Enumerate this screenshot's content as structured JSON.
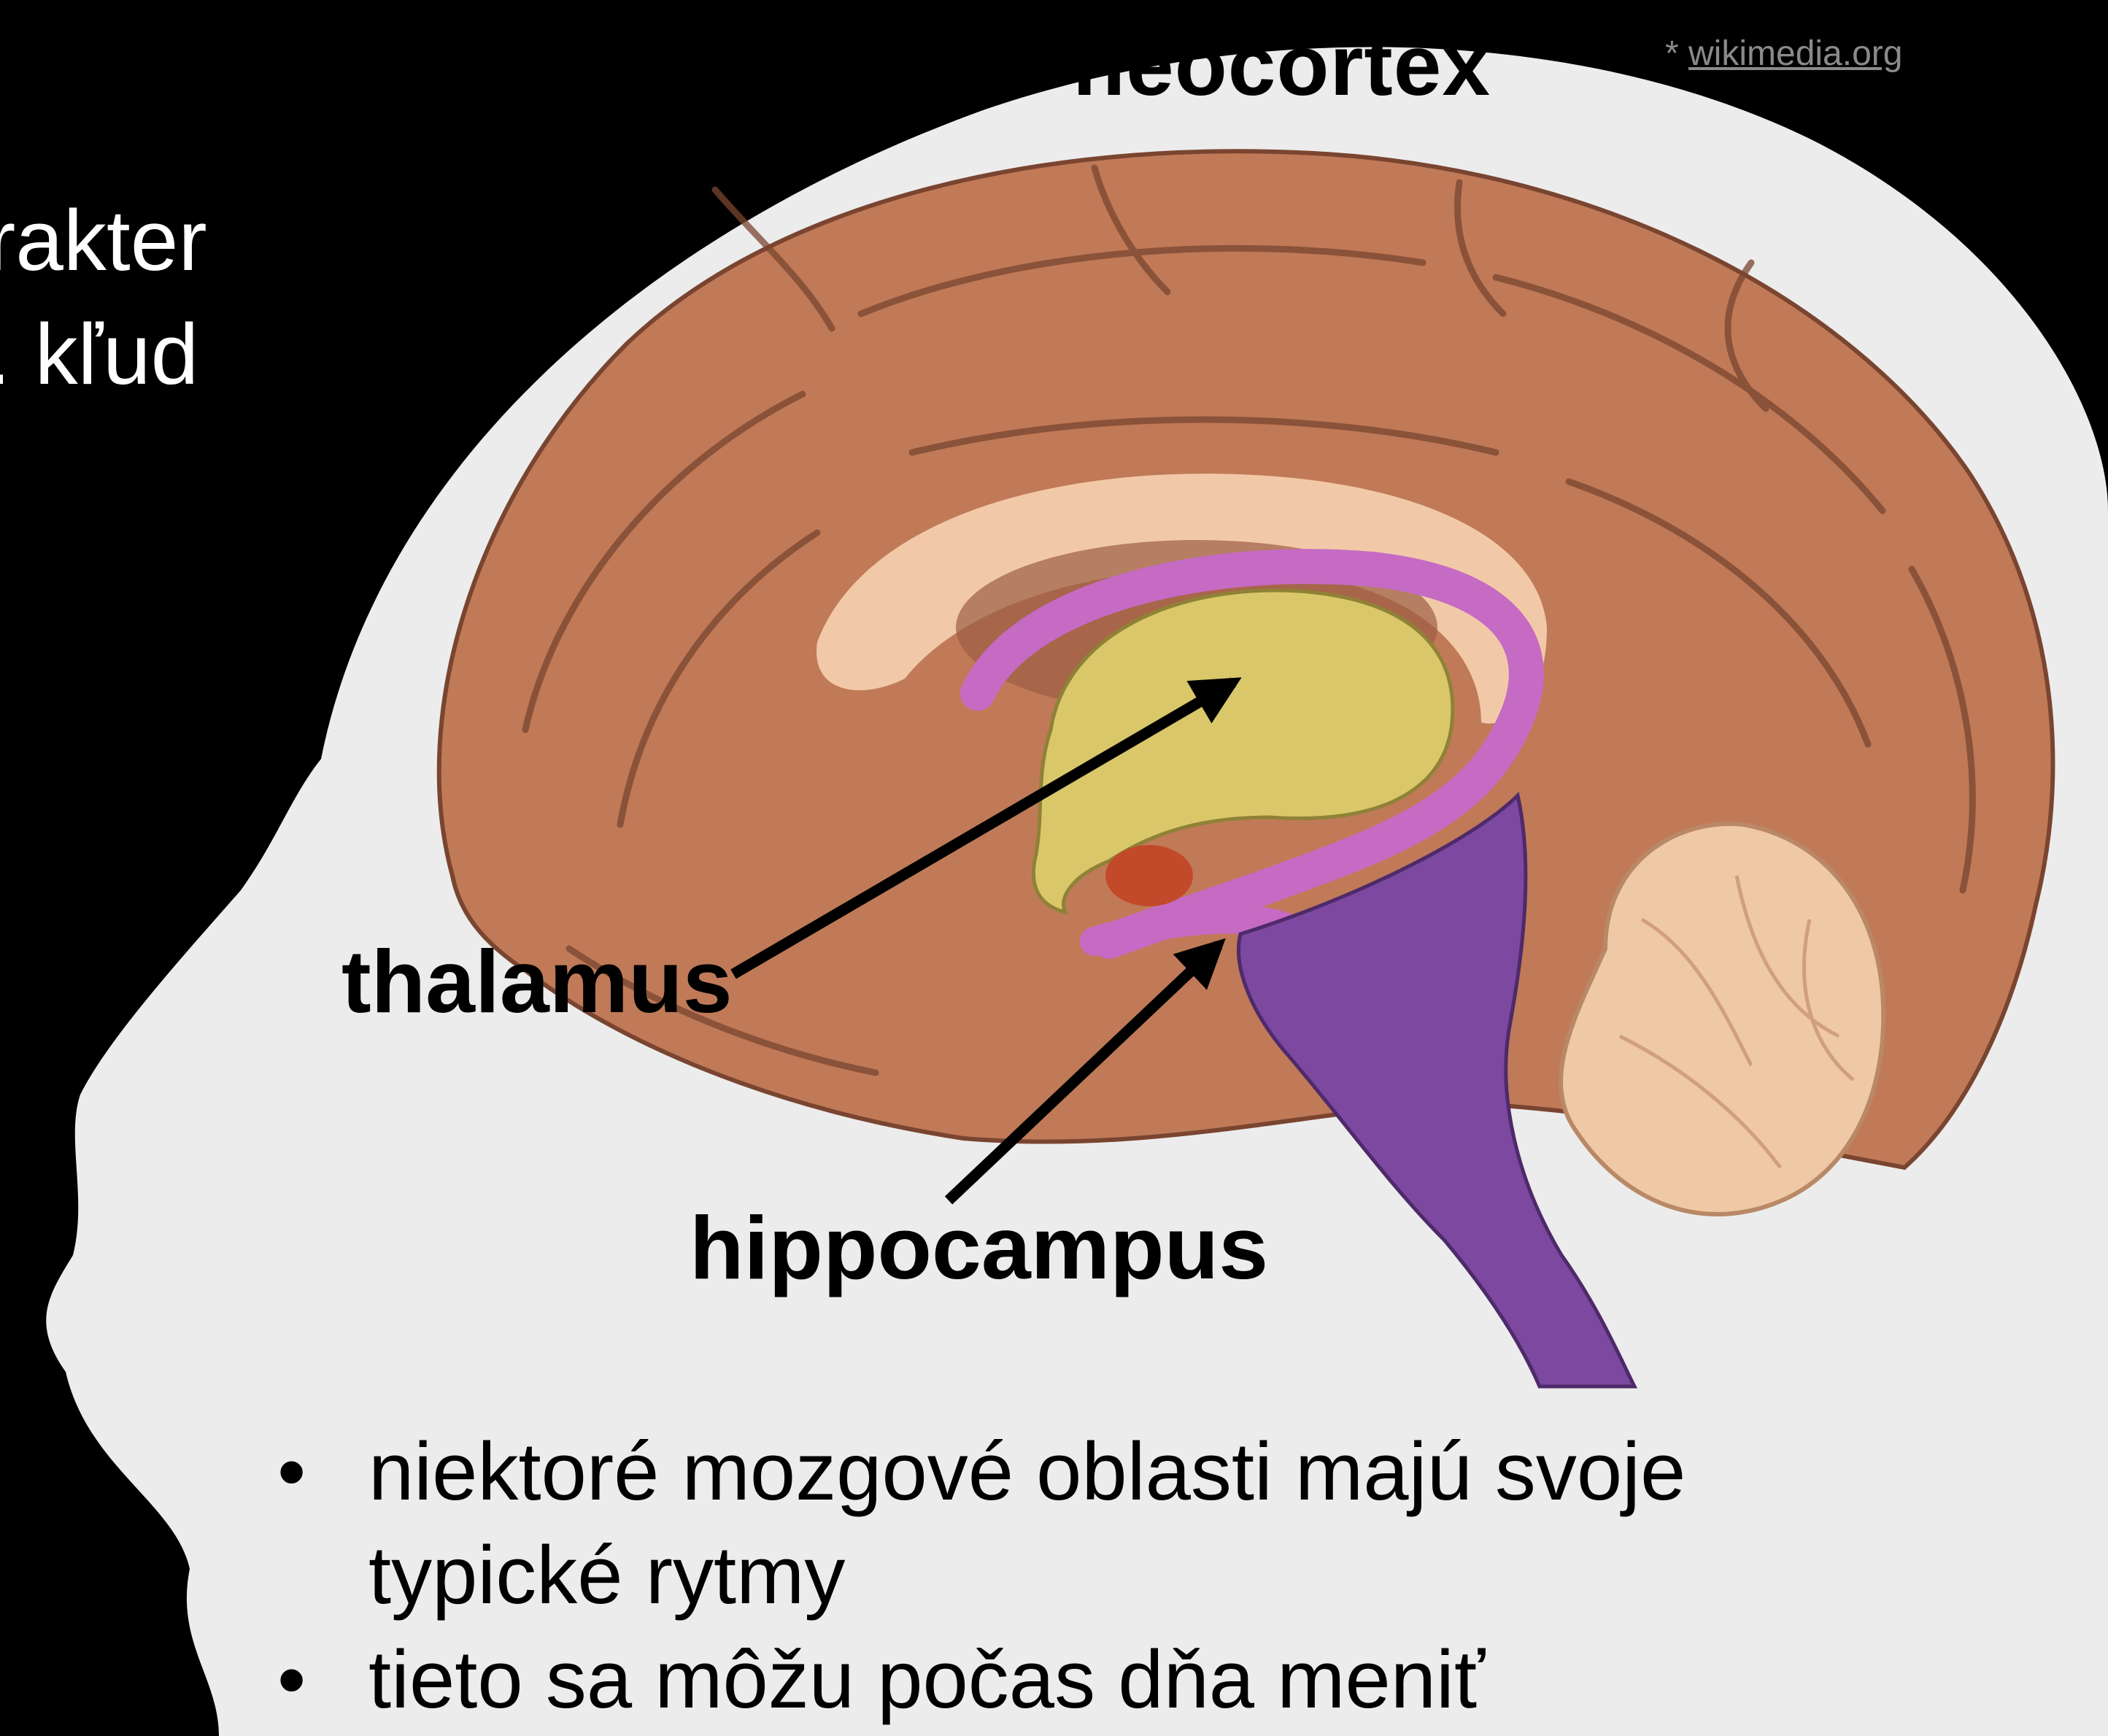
{
  "diagram": {
    "title": "neocortex",
    "credit_prefix": "* ",
    "credit_link": "wikimedia.org",
    "side_text": [
      "rakter",
      ". kľud"
    ],
    "labels": {
      "thalamus": "thalamus",
      "hippocampus": "hippocampus"
    },
    "bullets": [
      {
        "marker": "•",
        "lines": [
          "niektoré mozgové oblasti majú svoje",
          "typické rytmy"
        ]
      },
      {
        "marker": "•",
        "lines": [
          "tieto sa môžu počas dňa meniť"
        ]
      }
    ],
    "colors": {
      "background": "#000000",
      "head_silhouette": "#ececec",
      "cortex": "#c07a58",
      "cortex_sulci": "#7a4530",
      "corpus_callosum": "#f2c9a8",
      "thalamus": "#d9c76a",
      "fornix_hippocampus": "#c56bc4",
      "brainstem": "#7c48a0",
      "cerebellum": "#efc8a6",
      "red_nucleus": "#c24a2a",
      "arrow": "#000000"
    }
  }
}
